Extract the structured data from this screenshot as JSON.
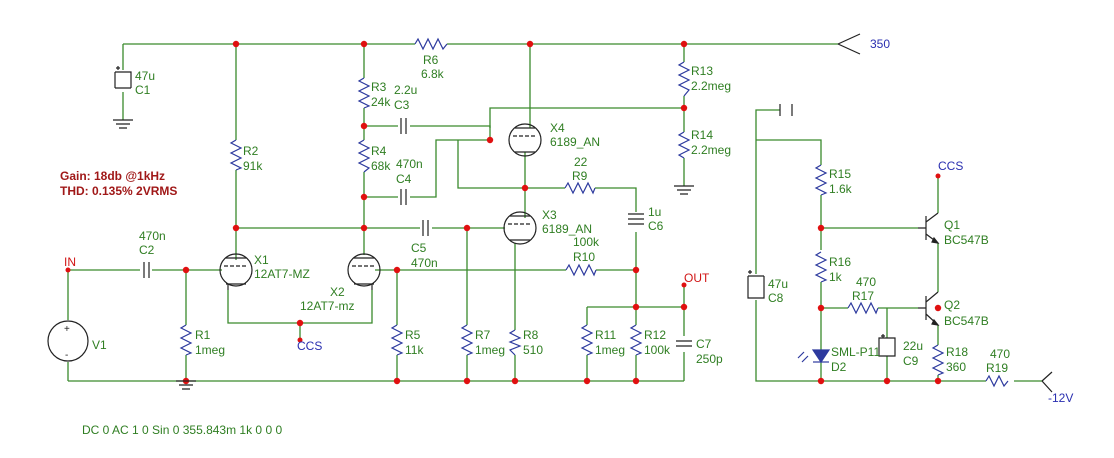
{
  "notes": {
    "gain": "Gain: 18db @1kHz",
    "thd": "THD: 0.135% 2VRMS",
    "source_spec": "DC 0 AC 1 0 Sin 0 355.843m 1k 0 0 0"
  },
  "nets": {
    "in": "IN",
    "out": "OUT",
    "b_plus": "350",
    "v_minus": "-12V",
    "ccs_a": "CCS",
    "ccs_b": "CCS"
  },
  "components": {
    "C1": {
      "ref": "C1",
      "value": "47u"
    },
    "C2": {
      "ref": "C2",
      "value": "470n"
    },
    "C3": {
      "ref": "C3",
      "value": "2.2u"
    },
    "C4": {
      "ref": "C4",
      "value": "470n"
    },
    "C5": {
      "ref": "C5",
      "value": "470n"
    },
    "C6": {
      "ref": "C6",
      "value": "1u"
    },
    "C7": {
      "ref": "C7",
      "value": "250p"
    },
    "C8": {
      "ref": "C8",
      "value": "47u"
    },
    "C9": {
      "ref": "C9",
      "value": "22u"
    },
    "R1": {
      "ref": "R1",
      "value": "1meg"
    },
    "R2": {
      "ref": "R2",
      "value": "91k"
    },
    "R3": {
      "ref": "R3",
      "value": "24k"
    },
    "R4": {
      "ref": "R4",
      "value": "68k"
    },
    "R5": {
      "ref": "R5",
      "value": "11k"
    },
    "R6": {
      "ref": "R6",
      "value": "6.8k"
    },
    "R7": {
      "ref": "R7",
      "value": "1meg"
    },
    "R8": {
      "ref": "R8",
      "value": "510"
    },
    "R9": {
      "ref": "R9",
      "value": "22"
    },
    "R10": {
      "ref": "R10",
      "value": "100k"
    },
    "R11": {
      "ref": "R11",
      "value": "1meg"
    },
    "R12": {
      "ref": "R12",
      "value": "100k"
    },
    "R13": {
      "ref": "R13",
      "value": "2.2meg"
    },
    "R14": {
      "ref": "R14",
      "value": "2.2meg"
    },
    "R15": {
      "ref": "R15",
      "value": "1.6k"
    },
    "R16": {
      "ref": "R16",
      "value": "1k"
    },
    "R17": {
      "ref": "R17",
      "value": "470"
    },
    "R18": {
      "ref": "R18",
      "value": "360"
    },
    "R19": {
      "ref": "R19",
      "value": "470"
    },
    "X1": {
      "ref": "X1",
      "value": "12AT7-MZ"
    },
    "X2": {
      "ref": "X2",
      "value": "12AT7-mz"
    },
    "X3": {
      "ref": "X3",
      "value": "6189_AN"
    },
    "X4": {
      "ref": "X4",
      "value": "6189_AN"
    },
    "Q1": {
      "ref": "Q1",
      "value": "BC547B"
    },
    "Q2": {
      "ref": "Q2",
      "value": "BC547B"
    },
    "D2": {
      "ref": "D2",
      "value": "SML-P11"
    },
    "V1": {
      "ref": "V1"
    }
  }
}
